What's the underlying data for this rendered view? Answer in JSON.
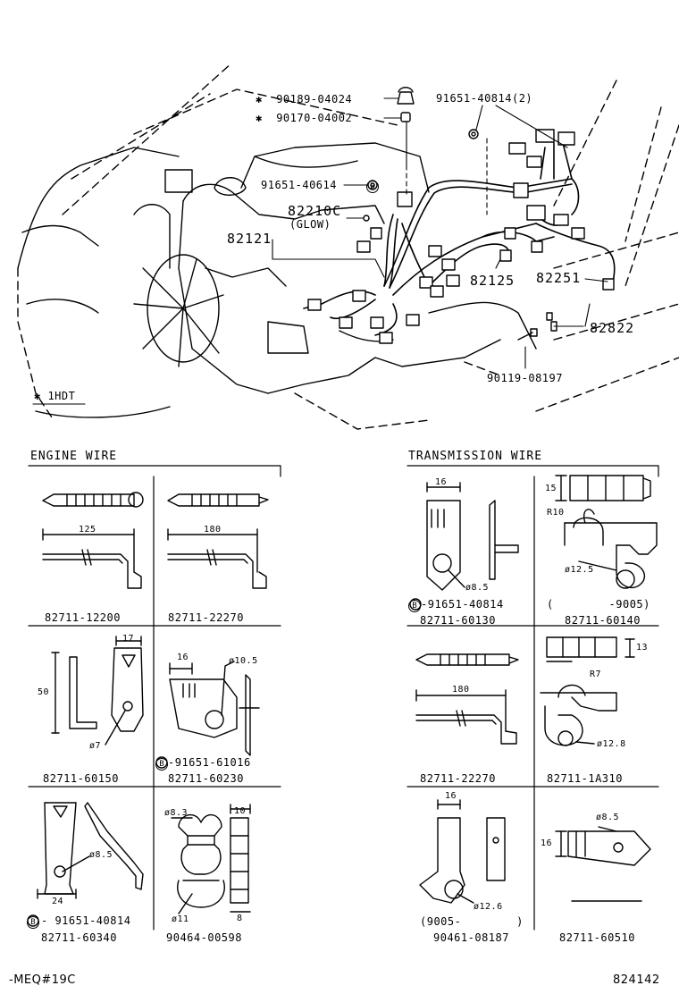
{
  "top_labels": {
    "star_marker": "✱",
    "b_marker": "B",
    "p_90189": "90189-04024",
    "p_90170": "90170-04002",
    "p_91651_2": "91651-40814(2)",
    "p_91651_40614": "91651-40614",
    "p_82210c": "82210C",
    "p_glow": "(GLOW)",
    "p_82121": "82121",
    "p_82125": "82125",
    "p_82251": "82251",
    "p_82822": "82822",
    "p_90119": "90119-08197",
    "engine_note": "✱ 1HDT"
  },
  "sections": {
    "engine_wire": "ENGINE WIRE",
    "transmission_wire": "TRANSMISSION WIRE"
  },
  "engine_parts": [
    {
      "part": "82711-12200",
      "dim": "125"
    },
    {
      "part": "82711-22270",
      "dim": "180"
    },
    {
      "part": "82711-60150",
      "dim_a": "17",
      "dim_b": "50",
      "dim_c": "ø7"
    },
    {
      "part": "82711-60230",
      "dim_a": "16",
      "dim_b": "ø10.5",
      "bolt": "91651-61016"
    },
    {
      "part": "82711-60340",
      "dim_a": "ø8.5",
      "dim_b": "24",
      "bolt": "91651-40814"
    },
    {
      "part": "90464-00598",
      "dim_a": "ø8.3",
      "dim_b": "10",
      "dim_c": "ø11",
      "dim_d": "8"
    }
  ],
  "transmission_parts": [
    {
      "part": "82711-60130",
      "dim_a": "16",
      "dim_b": "ø8.5",
      "bolt": "91651-40814"
    },
    {
      "part": "82711-60140",
      "dim_a": "15",
      "dim_b": "R10",
      "dim_c": "ø12.5",
      "note": "(        -9005)"
    },
    {
      "part": "82711-22270",
      "dim": "180"
    },
    {
      "part": "82711-1A310",
      "dim_a": "13",
      "dim_b": "R7",
      "dim_c": "ø12.8"
    },
    {
      "part": "90461-08187",
      "dim_a": "16",
      "dim_b": "ø12.6",
      "note": "(9005-        )"
    },
    {
      "part": "82711-60510",
      "dim_a": "16",
      "dim_b": "ø8.5"
    }
  ],
  "footer": {
    "left_code": "-MEQ#19C",
    "right_code": "824142"
  }
}
